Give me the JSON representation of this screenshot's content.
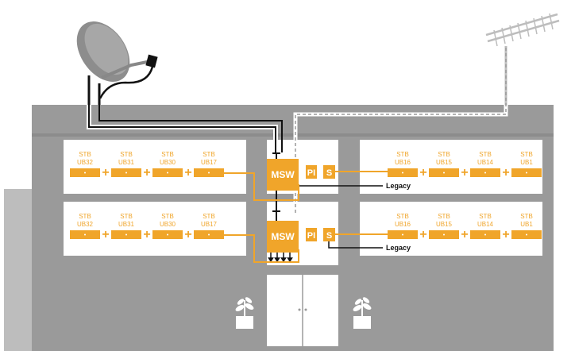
{
  "colors": {
    "building": "#9a9a9a",
    "building_light": "#bdbdbd",
    "panel": "#ffffff",
    "accent": "#f0a52a",
    "cable_dark": "#111111",
    "cable_dashed": "#e0e0e0"
  },
  "icons": [
    "satellite-dish-icon",
    "antenna-icon",
    "plant-icon",
    "door-icon"
  ],
  "floors": [
    {
      "left_stbs": [
        {
          "top": "STB",
          "bottom": "UB32"
        },
        {
          "top": "STB",
          "bottom": "UB31"
        },
        {
          "top": "STB",
          "bottom": "UB30"
        },
        {
          "top": "STB",
          "bottom": "UB17"
        }
      ],
      "right_stbs": [
        {
          "top": "STB",
          "bottom": "UB16"
        },
        {
          "top": "STB",
          "bottom": "UB15"
        },
        {
          "top": "STB",
          "bottom": "UB14"
        },
        {
          "top": "STB",
          "bottom": "UB1"
        }
      ],
      "switch": "MSW",
      "pi": "PI",
      "s": "S",
      "legacy": "Legacy"
    },
    {
      "left_stbs": [
        {
          "top": "STB",
          "bottom": "UB32"
        },
        {
          "top": "STB",
          "bottom": "UB31"
        },
        {
          "top": "STB",
          "bottom": "UB30"
        },
        {
          "top": "STB",
          "bottom": "UB17"
        }
      ],
      "right_stbs": [
        {
          "top": "STB",
          "bottom": "UB16"
        },
        {
          "top": "STB",
          "bottom": "UB15"
        },
        {
          "top": "STB",
          "bottom": "UB14"
        },
        {
          "top": "STB",
          "bottom": "UB1"
        }
      ],
      "switch": "MSW",
      "pi": "PI",
      "s": "S",
      "legacy": "Legacy"
    }
  ],
  "plus_sign": "+"
}
